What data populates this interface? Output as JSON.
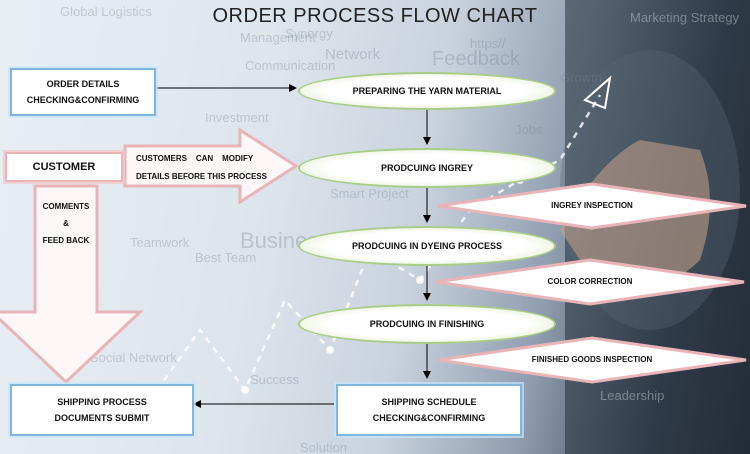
{
  "title": "ORDER PROCESS FLOW CHART",
  "nodes": {
    "order_details": "ORDER DETAILS\nCHECKING&CONFIRMING",
    "customer": "CUSTOMER",
    "shipping_docs": "SHIPPING PROCESS\nDOCUMENTS SUBMIT",
    "shipping_schedule": "SHIPPING SCHEDULE\nCHECKING&CONFIRMING",
    "preparing_yarn": "PREPARING THE YARN MATERIAL",
    "producing_ingrey": "PRODCUING INGREY",
    "producing_dyeing": "PRODCUING IN DYEING PROCESS",
    "producing_finishing": "PRODCUING IN FINISHING",
    "ingrey_inspection": "INGREY INSPECTION",
    "color_correction": "COLOR CORRECTION",
    "finished_inspection": "FINISHED GOODS INSPECTION"
  },
  "arrow_labels": {
    "modify_line1": "CUSTOMERS    CAN    MODIFY",
    "modify_line2": "DETAILS BEFORE THIS PROCESS",
    "comments": "COMMENTS",
    "amp": "&",
    "feedback": "FEED BACK"
  },
  "background_words": [
    "Global Logistics",
    "Network",
    "Feedback",
    "https//",
    "Jobs",
    "Smart Project",
    "Teamwork",
    "Business Strategy",
    "Social Network",
    "Growth",
    "Leadership",
    "Solution",
    "Communication",
    "Synergy",
    "Best Team",
    "Investment",
    "Management",
    "Marketing Strategy",
    "Success"
  ],
  "colors": {
    "box_border": "#7fb6df",
    "oval_border": "#a9cc88",
    "pink": "#e8b4b8",
    "arrow": "#000000"
  }
}
